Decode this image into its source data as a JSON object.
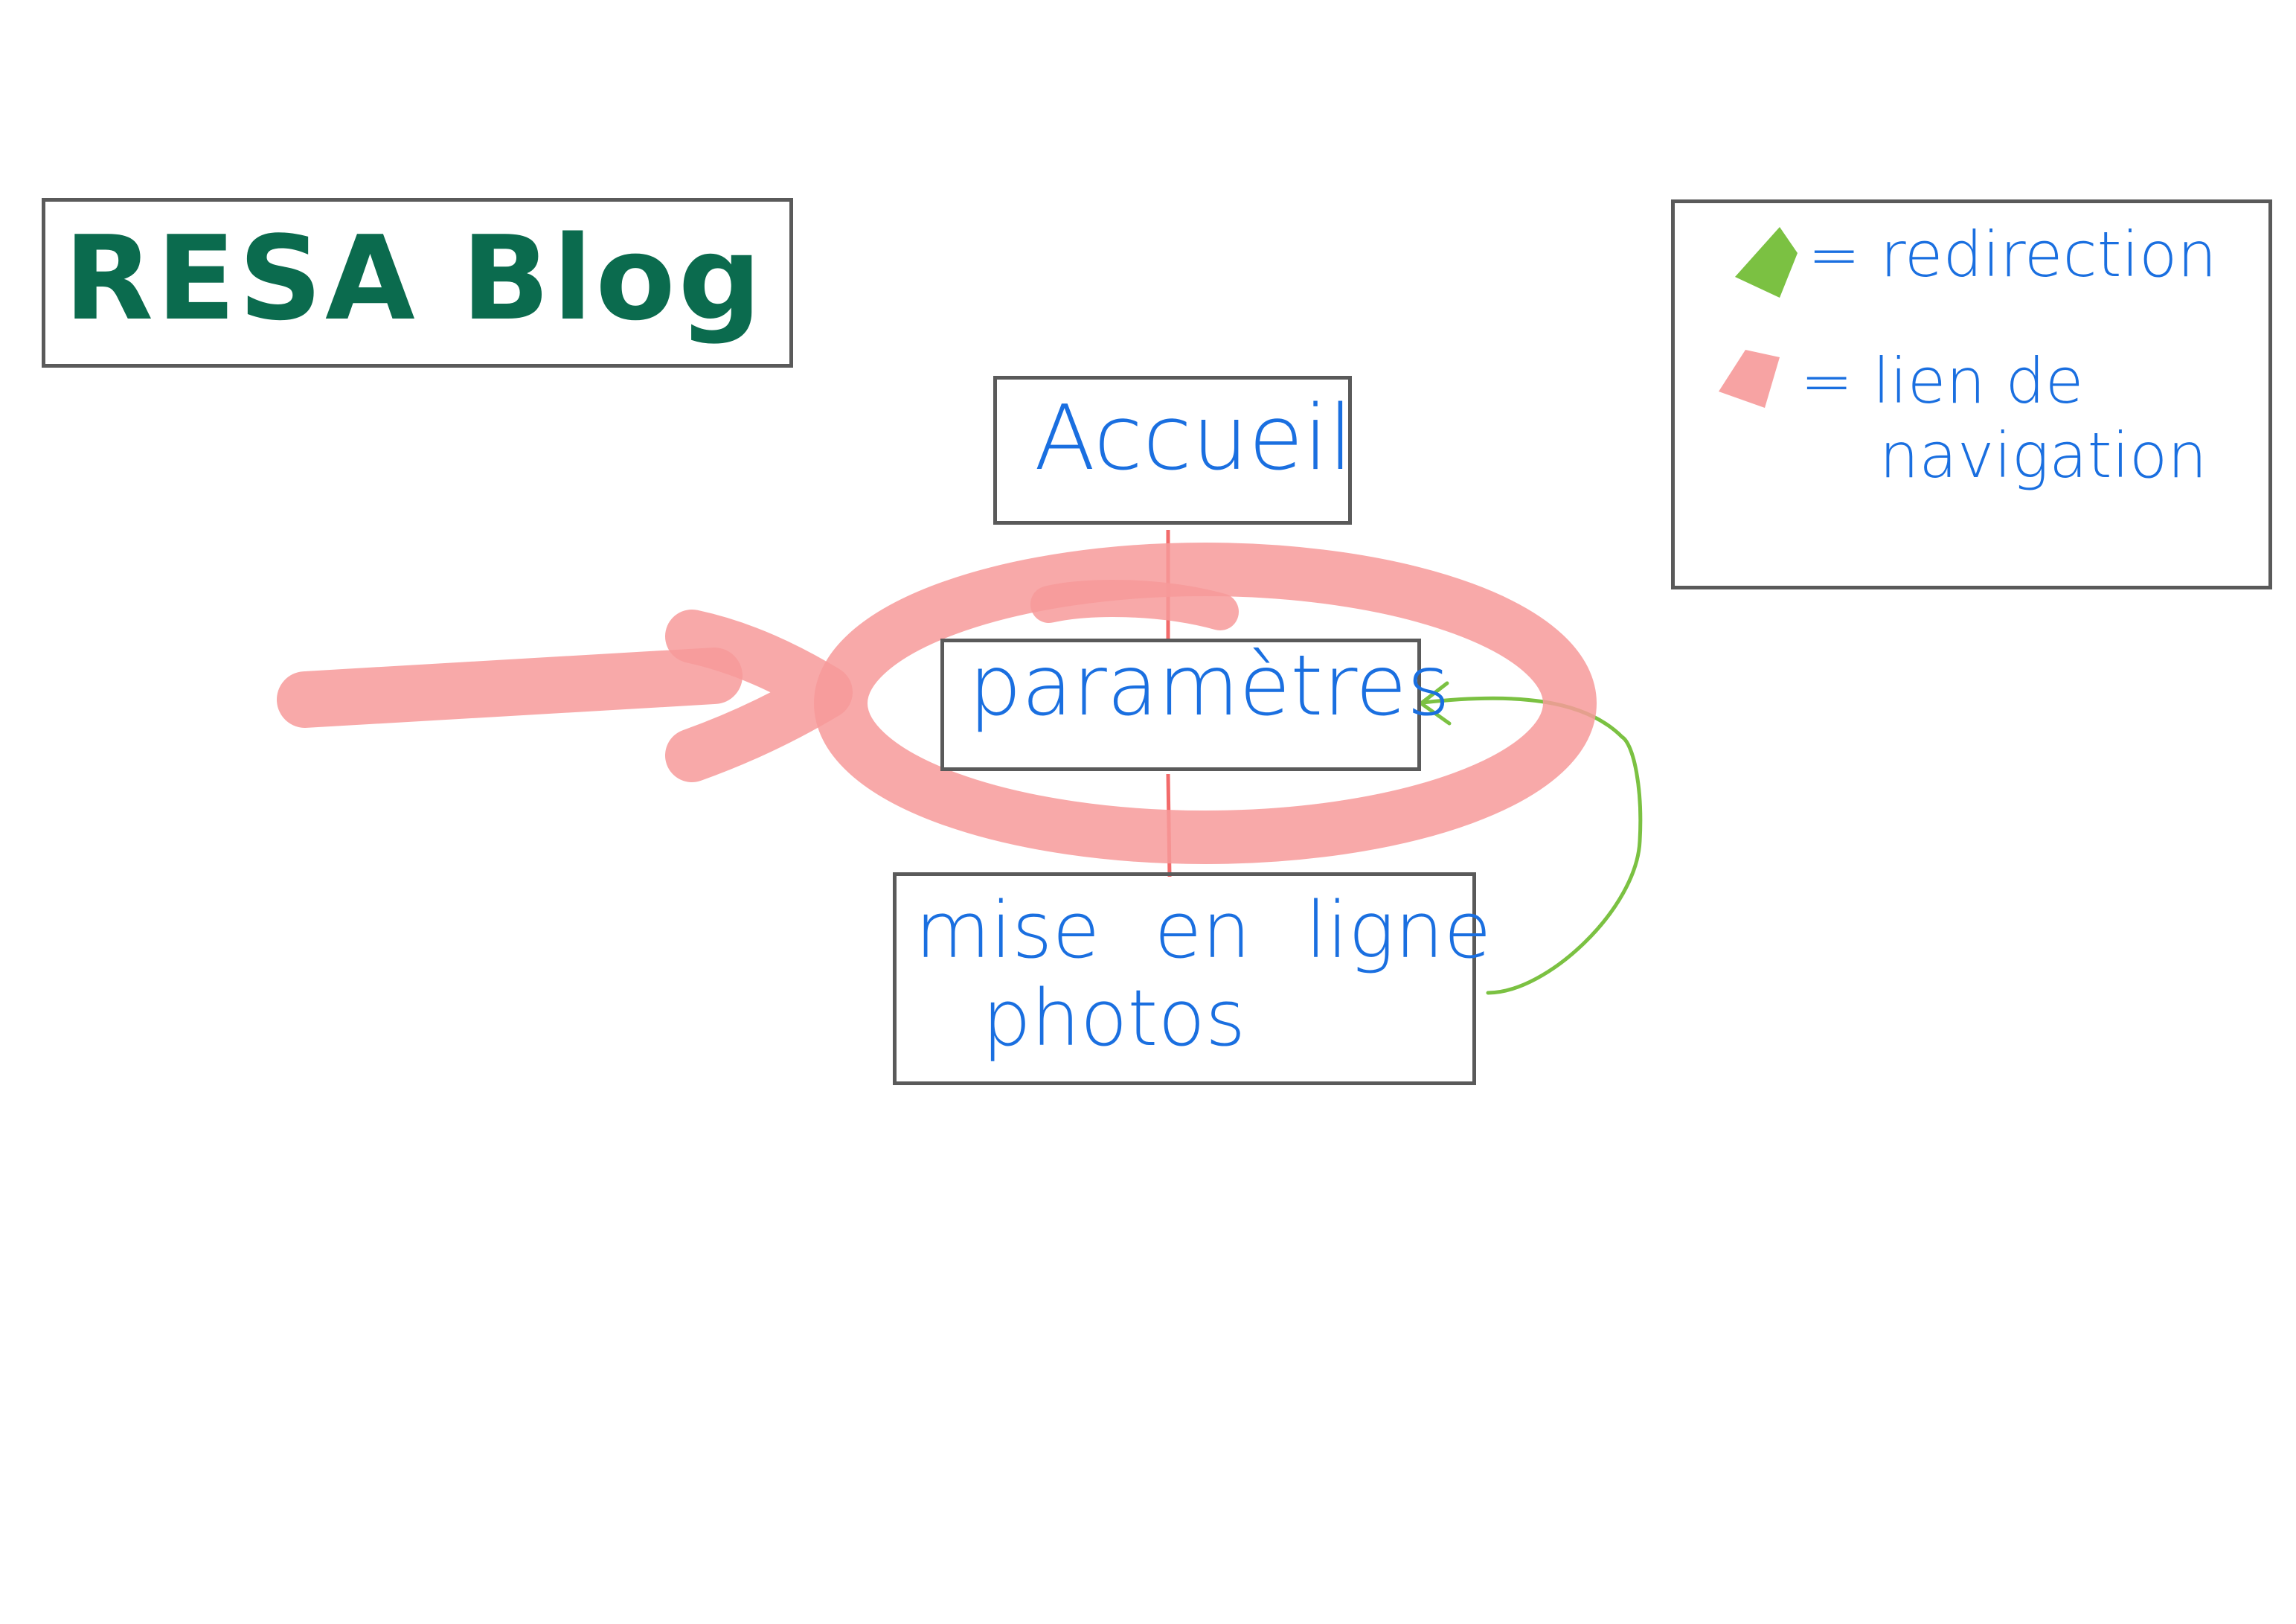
{
  "title": "RESA  Blog",
  "nodes": {
    "accueil": "Accueil",
    "parametres": "paramètres",
    "photos_line1": "mise en ligne",
    "photos_line2": "photos"
  },
  "legend": {
    "redirection": "=  redirection",
    "navigation_line1": "=  lien  de",
    "navigation_line2": "navigation"
  },
  "colors": {
    "title": "#0b6b4e",
    "text": "#1a6fe0",
    "redirection": "#7bc142",
    "navigation": "#f7a3a3",
    "highlight": "#f79a9a",
    "box_border": "#5a5a5a"
  }
}
